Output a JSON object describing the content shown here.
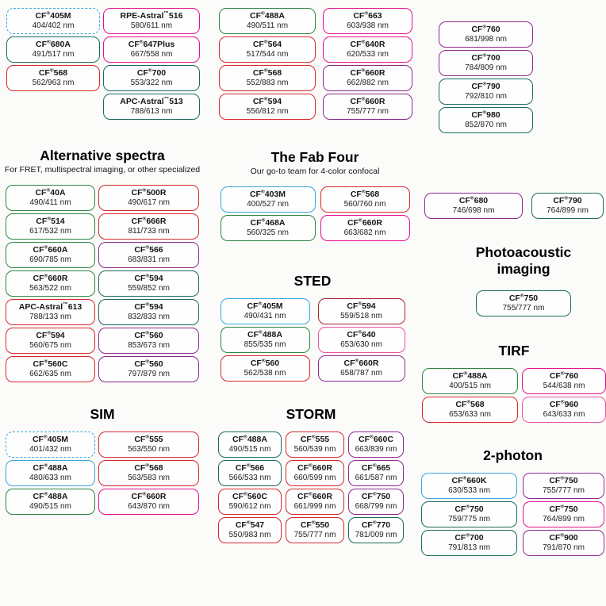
{
  "colors": {
    "blue": "#39A5DC",
    "red": "#D7282F",
    "darkred": "#A32431",
    "magenta": "#E5118C",
    "pink": "#E8549F",
    "purple": "#8E2A8F",
    "green": "#2E8540",
    "teal": "#1C6B60"
  },
  "groups": [
    {
      "id": "g-top-left",
      "columns": [
        [
          {
            "name": "CF®405M",
            "value": "404/402 nm",
            "color": "blue",
            "dashed": true
          },
          {
            "name": "CF®680A",
            "value": "491/517 nm",
            "color": "teal"
          },
          {
            "name": "CF®568",
            "value": "562/963 nm",
            "color": "red"
          }
        ],
        [
          {
            "name": "RPE-Astral™516",
            "value": "580/611 nm",
            "color": "magenta"
          },
          {
            "name": "CF®647Plus",
            "value": "667/558 nm",
            "color": "magenta"
          },
          {
            "name": "CF®700",
            "value": "553/322 nm",
            "color": "teal"
          },
          {
            "name": "APC-Astral™513",
            "value": "788/613 nm",
            "color": "teal"
          }
        ]
      ]
    },
    {
      "id": "g-top-mid",
      "columns": [
        [
          {
            "name": "CF®488A",
            "value": "490/511 nm",
            "color": "green"
          },
          {
            "name": "CF®564",
            "value": "517/544 nm",
            "color": "red"
          },
          {
            "name": "CF®568",
            "value": "552/883 nm",
            "color": "red"
          },
          {
            "name": "CF®594",
            "value": "556/812 nm",
            "color": "red"
          }
        ],
        [
          {
            "name": "CF®663",
            "value": "603/938 nm",
            "color": "magenta"
          },
          {
            "name": "CF®640R",
            "value": "620/533 nm",
            "color": "magenta"
          },
          {
            "name": "CF®660R",
            "value": "662/882 nm",
            "color": "purple"
          },
          {
            "name": "CF®660R",
            "value": "755/777 nm",
            "color": "purple"
          }
        ]
      ]
    },
    {
      "id": "g-top-right",
      "columns": [
        [
          {
            "name": "CF®760",
            "value": "681/998 nm",
            "color": "purple"
          },
          {
            "name": "CF®700",
            "value": "784/809 nm",
            "color": "purple"
          },
          {
            "name": "CF®790",
            "value": "792/810 nm",
            "color": "teal"
          },
          {
            "name": "CF®980",
            "value": "852/870 nm",
            "color": "teal"
          }
        ]
      ]
    },
    {
      "id": "g-alt-spectra",
      "title": "Alternative spectra",
      "subtitle": "For FRET, multispectral imaging, or other specialized",
      "columns": [
        [
          {
            "name": "CF®40A",
            "value": "490/411 nm",
            "color": "green"
          },
          {
            "name": "CF®514",
            "value": "617/532 nm",
            "color": "green"
          },
          {
            "name": "CF®660A",
            "value": "690/785 nm",
            "color": "green"
          },
          {
            "name": "CF®660R",
            "value": "563/522 nm",
            "color": "green"
          },
          {
            "name": "APC-Astral™613",
            "value": "788/133 nm",
            "color": "red"
          },
          {
            "name": "CF®594",
            "value": "560/675 nm",
            "color": "red"
          },
          {
            "name": "CF®560C",
            "value": "662/635 nm",
            "color": "red"
          }
        ],
        [
          {
            "name": "CF®500R",
            "value": "490/617 nm",
            "color": "red"
          },
          {
            "name": "CF®666R",
            "value": "811/733 nm",
            "color": "red"
          },
          {
            "name": "CF®566",
            "value": "683/831 nm",
            "color": "purple"
          },
          {
            "name": "CF®594",
            "value": "559/852 nm",
            "color": "teal"
          },
          {
            "name": "CF®594",
            "value": "832/833 nm",
            "color": "teal"
          },
          {
            "name": "CF®560",
            "value": "853/673 nm",
            "color": "purple"
          },
          {
            "name": "CF®560",
            "value": "797/879 nm",
            "color": "purple"
          }
        ]
      ]
    },
    {
      "id": "g-fab-four",
      "title": "The Fab Four",
      "subtitle": "Our go-to team for 4-color confocal",
      "columns": [
        [
          {
            "name": "CF®403M",
            "value": "400/527 nm",
            "color": "blue"
          },
          {
            "name": "CF®468A",
            "value": "560/325 nm",
            "color": "green"
          }
        ],
        [
          {
            "name": "CF®568",
            "value": "560/760 nm",
            "color": "red"
          },
          {
            "name": "CF®660R",
            "value": "663/682 nm",
            "color": "magenta"
          }
        ]
      ]
    },
    {
      "id": "g-mid-right",
      "columns": [
        [
          {
            "name": "CF®680",
            "value": "746/698 nm",
            "color": "purple"
          }
        ],
        [
          {
            "name": "CF®790",
            "value": "764/899 nm",
            "color": "teal"
          }
        ]
      ]
    },
    {
      "id": "g-photoacoustic",
      "title": "Photoacoustic imaging",
      "columns": [
        [
          {
            "name": "CF®750",
            "value": "755/777 nm",
            "color": "teal"
          }
        ]
      ]
    },
    {
      "id": "g-sted",
      "title": "STED",
      "columns": [
        [
          {
            "name": "CF®405M",
            "value": "490/431 nm",
            "color": "blue"
          },
          {
            "name": "CF®488A",
            "value": "855/535 nm",
            "color": "green"
          },
          {
            "name": "CF®560",
            "value": "562/538 nm",
            "color": "red"
          }
        ],
        [
          {
            "name": "CF®594",
            "value": "559/518 nm",
            "color": "darkred"
          },
          {
            "name": "CF®640",
            "value": "653/630 nm",
            "color": "pink"
          },
          {
            "name": "CF®660R",
            "value": "658/787 nm",
            "color": "purple"
          }
        ]
      ]
    },
    {
      "id": "g-tirf",
      "title": "TIRF",
      "columns": [
        [
          {
            "name": "CF®488A",
            "value": "400/515 nm",
            "color": "green"
          },
          {
            "name": "CF®568",
            "value": "653/633 nm",
            "color": "red"
          }
        ],
        [
          {
            "name": "CF®760",
            "value": "544/638 nm",
            "color": "magenta"
          },
          {
            "name": "CF®960",
            "value": "643/633 nm",
            "color": "pink"
          }
        ]
      ]
    },
    {
      "id": "g-sim",
      "title": "SIM",
      "columns": [
        [
          {
            "name": "CF®405M",
            "value": "401/432 nm",
            "color": "blue",
            "dashed": true
          },
          {
            "name": "CF®488A",
            "value": "480/633 nm",
            "color": "blue"
          },
          {
            "name": "CF®488A",
            "value": "490/515 nm",
            "color": "green"
          }
        ],
        [
          {
            "name": "CF®555",
            "value": "563/550 nm",
            "color": "red"
          },
          {
            "name": "CF®568",
            "value": "563/583 nm",
            "color": "red"
          },
          {
            "name": "CF®660R",
            "value": "643/870 nm",
            "color": "magenta"
          }
        ]
      ]
    },
    {
      "id": "g-storm",
      "title": "STORM",
      "columns": [
        [
          {
            "name": "CF®488A",
            "value": "490/515 nm",
            "color": "teal"
          },
          {
            "name": "CF®566",
            "value": "566/533 nm",
            "color": "teal"
          },
          {
            "name": "CF®560C",
            "value": "590/612 nm",
            "color": "red"
          },
          {
            "name": "CF®547",
            "value": "550/983 nm",
            "color": "red"
          }
        ],
        [
          {
            "name": "CF®555",
            "value": "560/539 nm",
            "color": "red"
          },
          {
            "name": "CF®660R",
            "value": "660/599 nm",
            "color": "red"
          },
          {
            "name": "CF®660R",
            "value": "661/999 nm",
            "color": "red"
          },
          {
            "name": "CF®550",
            "value": "755/777 nm",
            "color": "red"
          }
        ],
        [
          {
            "name": "CF®660C",
            "value": "663/839 nm",
            "color": "purple"
          },
          {
            "name": "CF®665",
            "value": "661/587 nm",
            "color": "purple"
          },
          {
            "name": "CF®750",
            "value": "668/799 nm",
            "color": "purple"
          },
          {
            "name": "CF®770",
            "value": "781/009 nm",
            "color": "teal"
          }
        ]
      ]
    },
    {
      "id": "g-two-photon",
      "title": "2-photon",
      "columns": [
        [
          {
            "name": "CF®660K",
            "value": "630/533 nm",
            "color": "blue"
          },
          {
            "name": "CF®750",
            "value": "759/775 nm",
            "color": "teal"
          },
          {
            "name": "CF®700",
            "value": "791/813 nm",
            "color": "teal"
          }
        ],
        [
          {
            "name": "CF®750",
            "value": "755/777 nm",
            "color": "purple"
          },
          {
            "name": "CF®750",
            "value": "764/899 nm",
            "color": "magenta"
          },
          {
            "name": "CF®900",
            "value": "791/870 nm",
            "color": "purple"
          }
        ]
      ]
    }
  ]
}
